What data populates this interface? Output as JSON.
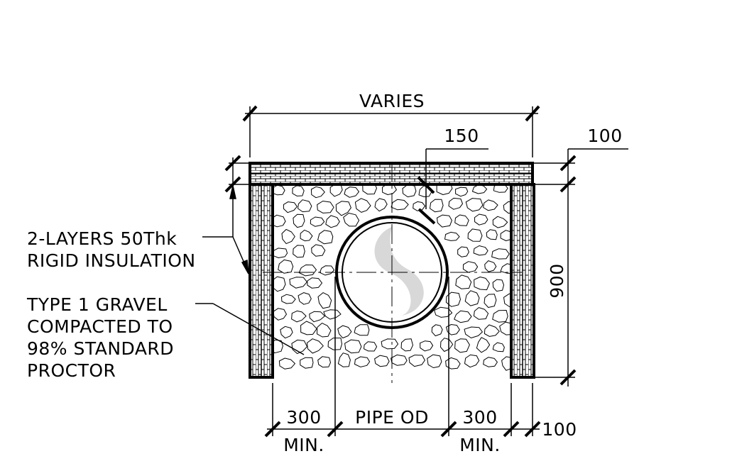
{
  "dimensions": {
    "overall_width": "VARIES",
    "liner_offset": "150",
    "top_insulation": "100",
    "trench_depth": "900",
    "left_clearance": "300",
    "left_clearance_note": "MIN.",
    "pipe": "PIPE OD",
    "right_clearance": "300",
    "right_clearance_note": "MIN.",
    "side_insulation": "100"
  },
  "callouts": {
    "insulation": [
      "2-LAYERS 50Thk",
      "RIGID INSULATION"
    ],
    "gravel": [
      "TYPE 1 GRAVEL",
      "COMPACTED TO",
      "98% STANDARD",
      "PROCTOR"
    ]
  }
}
